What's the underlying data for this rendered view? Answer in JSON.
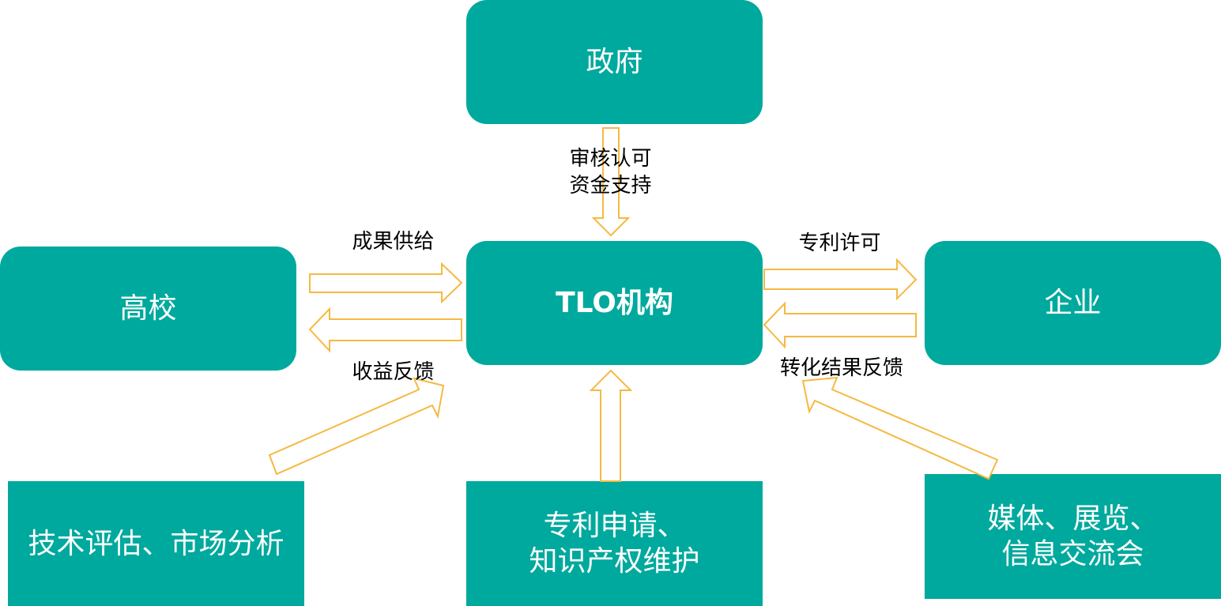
{
  "colors": {
    "node_fill": "#00a99d",
    "node_text": "#ffffff",
    "arrow_stroke": "#f5b942",
    "arrow_fill": "#ffffff",
    "label_text": "#000000"
  },
  "nodes": {
    "government": "政府",
    "tlo": "TLO机构",
    "university": "高校",
    "enterprise": "企业",
    "tech_eval": "技术评估、市场分析",
    "patent": "专利申请、\n知识产权维护",
    "media": "媒体、展览、\n信息交流会"
  },
  "labels": {
    "government_to_tlo": "审核认可\n资金支持",
    "university_to_tlo": "成果供给",
    "tlo_to_university": "收益反馈",
    "tlo_to_enterprise": "专利许可",
    "enterprise_to_tlo": "转化结果反馈"
  }
}
